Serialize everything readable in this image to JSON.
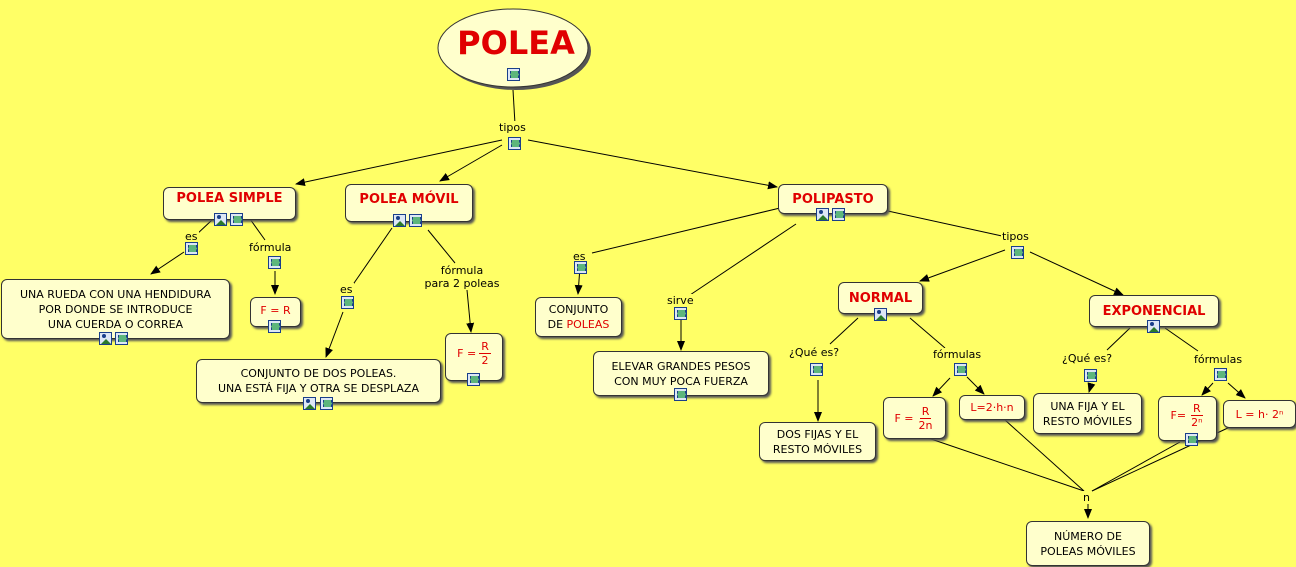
{
  "title": "POLEA",
  "link_tipos_main": "tipos",
  "simple": {
    "title": "POLEA SIMPLE",
    "link_es": "es",
    "link_formula": "fórmula",
    "desc": [
      "UNA RUEDA CON UNA HENDIDURA",
      "POR DONDE SE INTRODUCE",
      "UNA CUERDA O CORREA"
    ],
    "formula": "F = R"
  },
  "movil": {
    "title": "POLEA MÓVIL",
    "link_es": "es",
    "link_formula": [
      "fórmula",
      "para 2 poleas"
    ],
    "desc": [
      "CONJUNTO DE DOS POLEAS.",
      "UNA ESTÁ FIJA Y OTRA SE DESPLAZA"
    ],
    "formula": {
      "lhs": "F =",
      "num": "R",
      "den": "2"
    }
  },
  "polipasto": {
    "title": "POLIPASTO",
    "link_es": "es",
    "link_sirve": "sirve",
    "link_tipos": "tipos",
    "desc_a": "CONJUNTO",
    "desc_b": "DE",
    "desc_c": "POLEAS",
    "use": [
      "ELEVAR GRANDES PESOS",
      "CON MUY POCA FUERZA"
    ]
  },
  "normal": {
    "title": "NORMAL",
    "link_que": "¿Qué es?",
    "link_formulas": "fórmulas",
    "desc": [
      "DOS FIJAS Y EL",
      "RESTO MÓVILES"
    ],
    "formula_f": {
      "lhs": "F =",
      "num": "R",
      "den": "2n"
    },
    "formula_l": "L=2·h·n"
  },
  "exponencial": {
    "title": "EXPONENCIAL",
    "link_que": "¿Qué es?",
    "link_formulas": "fórmulas",
    "desc": [
      "UNA FIJA Y EL",
      "RESTO MÓVILES"
    ],
    "formula_f": {
      "lhs": "F=",
      "num": "R",
      "den": "2ⁿ"
    },
    "formula_l": "L = h· 2ⁿ"
  },
  "link_n": "n",
  "numero": [
    "NÚMERO DE",
    "POLEAS MÓVILES"
  ],
  "colors": {
    "background": "#ffff66",
    "node": "#ffffcc",
    "accent": "#e00000"
  }
}
